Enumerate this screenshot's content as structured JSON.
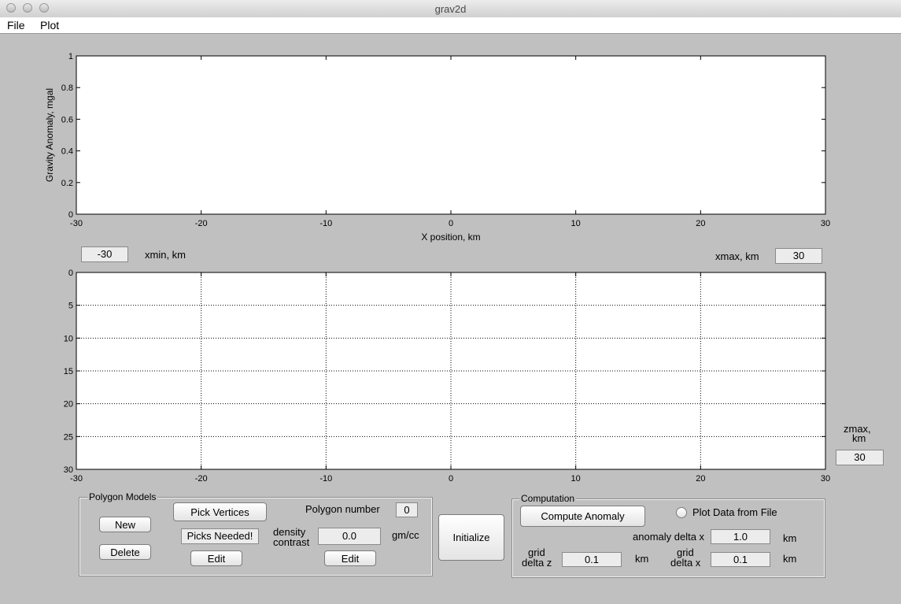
{
  "window": {
    "title": "grav2d"
  },
  "menu": {
    "file": "File",
    "plot": "Plot"
  },
  "gravity_plot": {
    "ylabel": "Gravity Anomaly, mgal",
    "xlabel": "X position, km",
    "xticks": [
      "-30",
      "-20",
      "-10",
      "0",
      "10",
      "20",
      "30"
    ],
    "yticks": [
      "0",
      "0.2",
      "0.4",
      "0.6",
      "0.8",
      "1"
    ]
  },
  "xmin": {
    "value": "-30",
    "label": "xmin, km"
  },
  "xmax": {
    "value": "30",
    "label": "xmax, km"
  },
  "zmax": {
    "value": "30",
    "label_line1": "zmax,",
    "label_line2": "km"
  },
  "model_plot": {
    "xticks": [
      "-30",
      "-20",
      "-10",
      "0",
      "10",
      "20",
      "30"
    ],
    "yticks": [
      "0",
      "5",
      "10",
      "15",
      "20",
      "25",
      "30"
    ]
  },
  "chart_data": [
    {
      "type": "line",
      "series": [],
      "xlabel": "X position, km",
      "ylabel": "Gravity Anomaly, mgal",
      "xlim": [
        -30,
        30
      ],
      "ylim": [
        0,
        1
      ],
      "grid": false
    },
    {
      "type": "scatter",
      "series": [],
      "xlim": [
        -30,
        30
      ],
      "ylim": [
        30,
        0
      ],
      "grid": true
    }
  ],
  "polygon_models": {
    "title": "Polygon Models",
    "new_label": "New",
    "delete_label": "Delete",
    "pick_vertices_label": "Pick Vertices",
    "picks_needed": "Picks Needed!",
    "edit_label": "Edit",
    "polygon_number_label": "Polygon number",
    "polygon_number": "0",
    "density_label_line1": "density",
    "density_label_line2": "contrast",
    "density_value": "0.0",
    "density_unit": "gm/cc",
    "edit2_label": "Edit"
  },
  "initialize_label": "Initialize",
  "computation": {
    "title": "Computation",
    "compute_label": "Compute Anomaly",
    "plot_data_label": "Plot Data from File",
    "anomaly_delta_x_label": "anomaly delta x",
    "anomaly_delta_x": "1.0",
    "anomaly_unit": "km",
    "grid_dz_line1": "grid",
    "grid_dz_line2": "delta z",
    "grid_dz": "0.1",
    "grid_dz_unit": "km",
    "grid_dx_line1": "grid",
    "grid_dx_line2": "delta x",
    "grid_dx": "0.1",
    "grid_dx_unit": "km"
  }
}
